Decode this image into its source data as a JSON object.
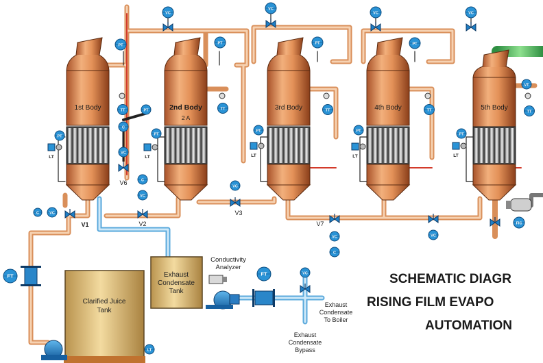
{
  "title": {
    "line1": "SCHEMATIC DIAGR",
    "line2": "RISING FILM EVAPO",
    "line3": "AUTOMATION"
  },
  "bodies": [
    {
      "id": "b1",
      "label": "1st Body",
      "sublabel": ""
    },
    {
      "id": "b2",
      "label": "2nd Body",
      "sublabel": "2 A"
    },
    {
      "id": "b3",
      "label": "3rd Body",
      "sublabel": ""
    },
    {
      "id": "b4",
      "label": "4th Body",
      "sublabel": ""
    },
    {
      "id": "b5",
      "label": "5th Body",
      "sublabel": ""
    }
  ],
  "valves": {
    "v1": "V1",
    "v2": "V2",
    "v3": "V3",
    "v6": "V6",
    "v7": "V7"
  },
  "tags": {
    "vc": "VC",
    "pt": "PT",
    "tt": "TT",
    "lt": "LT",
    "c": "C",
    "ft": "FT",
    "vt": "VT",
    "fic": "FIC",
    "l": "LT"
  },
  "equipment": {
    "clarified_juice_tank": "Clarified Juice\nTank",
    "exhaust_condensate_tank": "Exhaust\nCondensate\nTank",
    "conductivity_analyzer": "Conductivity\nAnalyzer",
    "exhaust_to_boiler": "Exhaust\nCondensate\nTo Boiler",
    "exhaust_bypass": "Exhaust\nCondensate\nBypass"
  },
  "colors": {
    "body_top": "#e8a06a",
    "body_mid": "#c86a35",
    "steam_pipe": "#f3c7a0",
    "condensate_pipe": "#9fd0ef",
    "tag_blue": "#1e8fd0",
    "vapor_green": "#5cc06a",
    "drain_red": "#d33a2a",
    "tank_tan": "#e7c987"
  }
}
